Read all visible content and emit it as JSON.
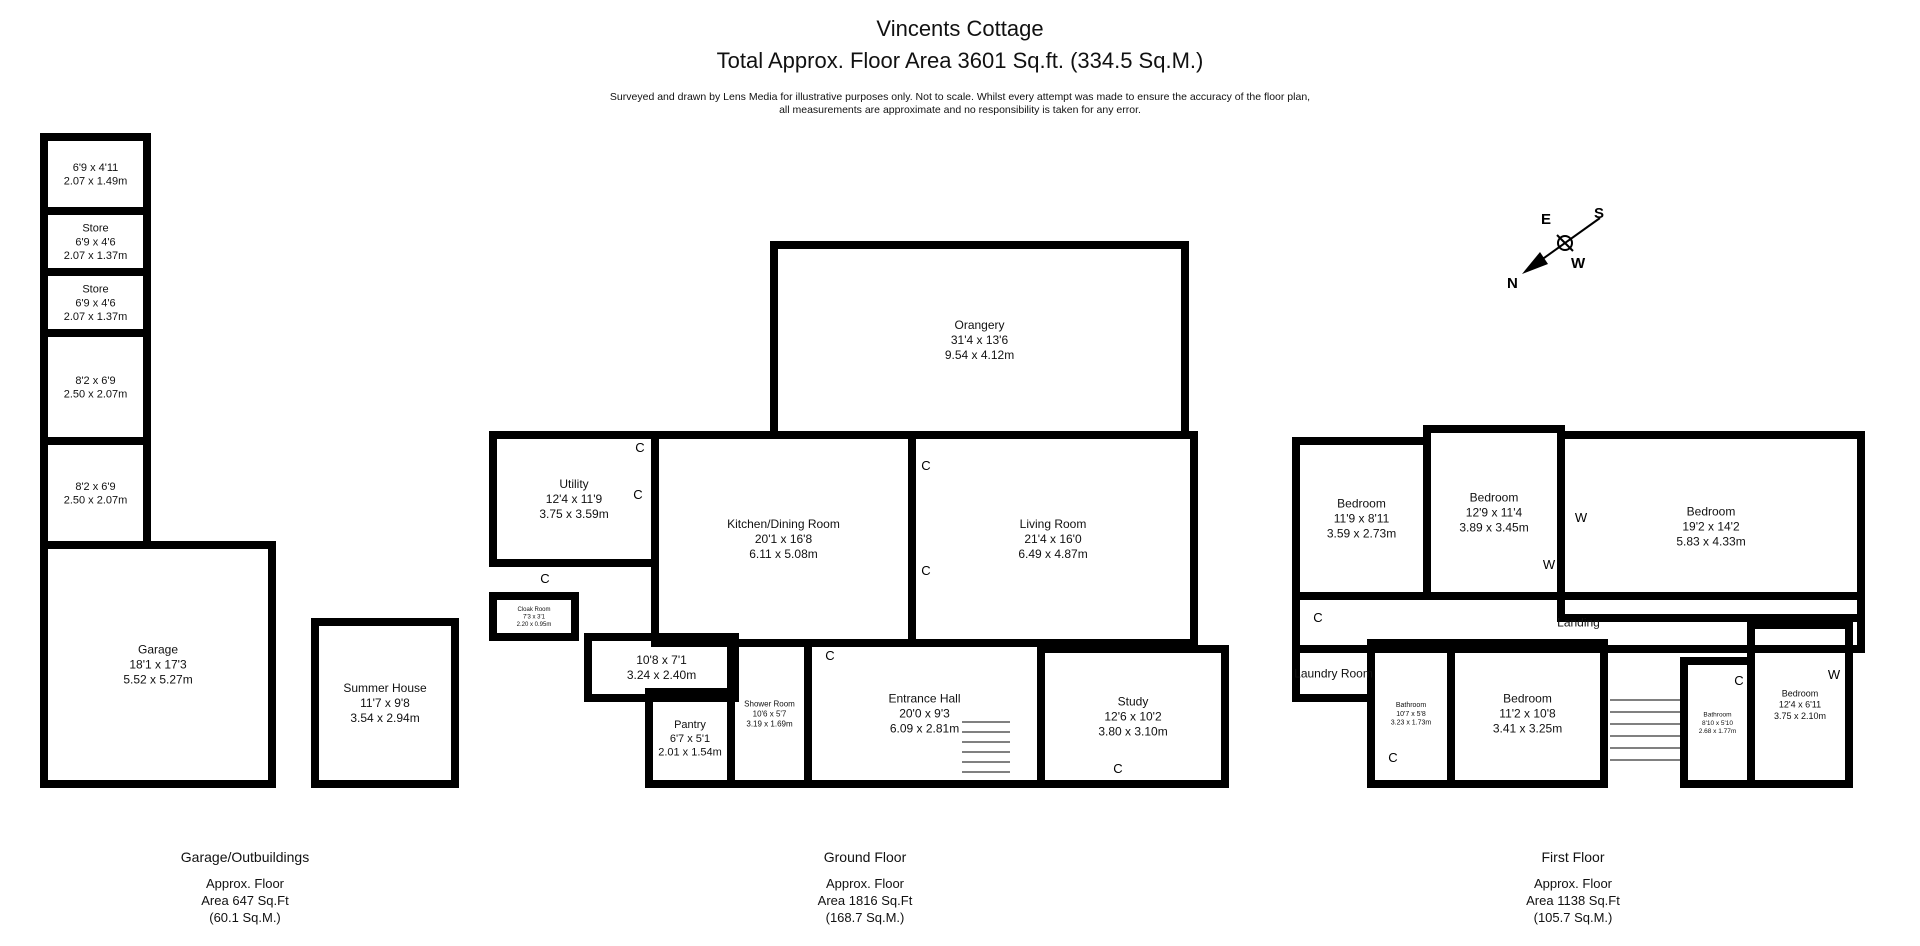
{
  "header": {
    "title": "Vincents Cottage",
    "subtitle": "Total Approx. Floor Area 3601 Sq.ft. (334.5 Sq.M.)",
    "disclaimer_line1": "Surveyed and drawn by Lens Media for illustrative purposes only. Not to scale. Whilst every attempt was made to ensure the accuracy of the floor plan,",
    "disclaimer_line2": "all measurements are approximate and no responsibility is taken for any error."
  },
  "compass": {
    "n": "N",
    "e": "E",
    "s": "S",
    "w": "W"
  },
  "floors": [
    {
      "name": "Garage/Outbuildings",
      "line1": "Approx. Floor",
      "line2": "Area 647 Sq.Ft",
      "line3": "(60.1 Sq.M.)"
    },
    {
      "name": "Ground Floor",
      "line1": "Approx. Floor",
      "line2": "Area 1816 Sq.Ft",
      "line3": "(168.7 Sq.M.)"
    },
    {
      "name": "First Floor",
      "line1": "Approx. Floor",
      "line2": "Area 1138 Sq.Ft",
      "line3": "(105.7 Sq.M.)"
    }
  ],
  "rooms": [
    {
      "id": "out1",
      "name": "",
      "imperial": "6'9 x 4'11",
      "metric": "2.07 x 1.49m"
    },
    {
      "id": "out2",
      "name": "Store",
      "imperial": "6'9 x 4'6",
      "metric": "2.07 x 1.37m"
    },
    {
      "id": "out3",
      "name": "Store",
      "imperial": "6'9 x 4'6",
      "metric": "2.07 x 1.37m"
    },
    {
      "id": "out4",
      "name": "",
      "imperial": "8'2 x 6'9",
      "metric": "2.50 x 2.07m"
    },
    {
      "id": "out5",
      "name": "",
      "imperial": "8'2 x 6'9",
      "metric": "2.50 x 2.07m"
    },
    {
      "id": "garage",
      "name": "Garage",
      "imperial": "18'1 x 17'3",
      "metric": "5.52 x 5.27m"
    },
    {
      "id": "summer",
      "name": "Summer House",
      "imperial": "11'7 x 9'8",
      "metric": "3.54 x 2.94m"
    },
    {
      "id": "orangery",
      "name": "Orangery",
      "imperial": "31'4 x 13'6",
      "metric": "9.54 x 4.12m"
    },
    {
      "id": "kitchen",
      "name": "Kitchen/Dining Room",
      "imperial": "20'1 x 16'8",
      "metric": "6.11 x 5.08m"
    },
    {
      "id": "living",
      "name": "Living Room",
      "imperial": "21'4 x 16'0",
      "metric": "6.49 x 4.87m"
    },
    {
      "id": "utility",
      "name": "Utility",
      "imperial": "12'4 x 11'9",
      "metric": "3.75 x 3.59m"
    },
    {
      "id": "cloak",
      "name": "Cloak Room",
      "imperial": "7'3 x 3'1",
      "metric": "2.20 x 0.95m"
    },
    {
      "id": "rear-hall",
      "name": "",
      "imperial": "10'8 x 7'1",
      "metric": "3.24 x 2.40m"
    },
    {
      "id": "pantry",
      "name": "Pantry",
      "imperial": "6'7 x 5'1",
      "metric": "2.01 x 1.54m"
    },
    {
      "id": "shower",
      "name": "Shower Room",
      "imperial": "10'6 x 5'7",
      "metric": "3.19 x 1.69m"
    },
    {
      "id": "entrance",
      "name": "Entrance Hall",
      "imperial": "20'0 x 9'3",
      "metric": "6.09 x 2.81m"
    },
    {
      "id": "study",
      "name": "Study",
      "imperial": "12'6 x 10'2",
      "metric": "3.80 x 3.10m"
    },
    {
      "id": "bed1",
      "name": "Bedroom",
      "imperial": "11'9 x 8'11",
      "metric": "3.59 x 2.73m"
    },
    {
      "id": "bed2",
      "name": "Bedroom",
      "imperial": "12'9 x 11'4",
      "metric": "3.89 x 3.45m"
    },
    {
      "id": "bed3",
      "name": "Bedroom",
      "imperial": "19'2 x 14'2",
      "metric": "5.83 x 4.33m"
    },
    {
      "id": "landing",
      "name": "Landing",
      "imperial": "",
      "metric": ""
    },
    {
      "id": "laundry",
      "name": "Laundry Room",
      "imperial": "",
      "metric": ""
    },
    {
      "id": "bath1",
      "name": "Bathroom",
      "imperial": "10'7 x 5'8",
      "metric": "3.23 x 1.73m"
    },
    {
      "id": "bed4",
      "name": "Bedroom",
      "imperial": "11'2 x 10'8",
      "metric": "3.41 x 3.25m"
    },
    {
      "id": "bath2",
      "name": "Bathroom",
      "imperial": "8'10 x 5'10",
      "metric": "2.68 x 1.77m"
    },
    {
      "id": "bed5",
      "name": "Bedroom",
      "imperial": "12'4 x 6'11",
      "metric": "3.75 x 2.10m"
    }
  ],
  "markers": {
    "cupboard": "C",
    "wardrobe": "W"
  }
}
